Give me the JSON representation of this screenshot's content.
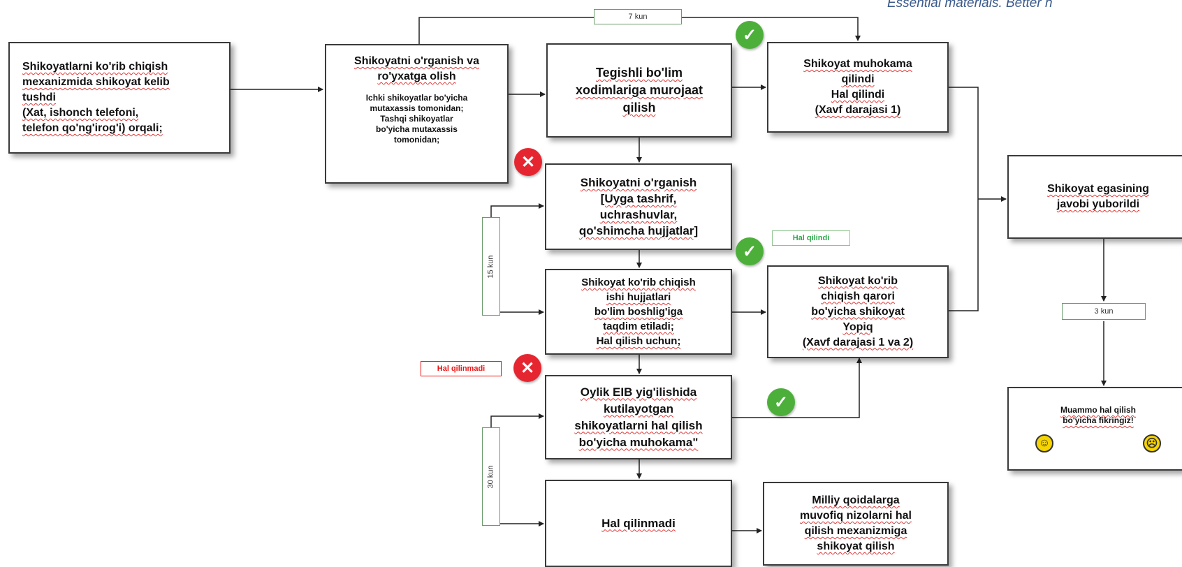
{
  "header": {
    "tagline": "Essential materials. Better h"
  },
  "nodes": {
    "received": [
      "Shikoyatlarni ko'rib chiqish",
      "mexanizmida shikoyat kelib",
      "tushdi",
      "(Xat, ishonch telefoni,",
      "telefon qo'ng'irog'i) orqali;"
    ],
    "study_register_title": [
      "Shikoyatni o'rganish va",
      "ro'yxatga olish"
    ],
    "study_register_body": [
      "Ichki shikoyatlar bo'yicha",
      "mutaxassis tomonidan;",
      "Tashqi shikoyatlar",
      "bo'yicha mutaxassis",
      "tomonidan;"
    ],
    "contact_staff": [
      "Tegishli bo'lim",
      "xodimlariga murojaat",
      "qilish"
    ],
    "discussed_resolved": [
      "Shikoyat muhokama",
      "qilindi",
      "Hal qilindi",
      "(Xavf darajasi 1)"
    ],
    "investigate": [
      "Shikoyatni o'rganish",
      "[Uyga tashrif,",
      "uchrashuvlar,",
      "qo'shimcha hujjatlar]"
    ],
    "submit_docs": [
      "Shikoyat ko'rib chiqish",
      "ishi hujjatlari",
      "bo'lim boshlig'iga",
      "taqdim etiladi;",
      "Hal qilish uchun;"
    ],
    "closed_decision": [
      "Shikoyat ko'rib",
      "chiqish qarori",
      "bo'yicha shikoyat",
      "Yopiq",
      "(Xavf darajasi 1 va 2)"
    ],
    "monthly_meeting": [
      "Oylik EIB yig'ilishida",
      "kutilayotgan",
      "shikoyatlarni hal qilish",
      "bo'yicha muhokama\""
    ],
    "not_resolved": [
      "Hal qilinmadi"
    ],
    "national_mechanism": [
      "Milliy qoidalarga",
      "muvofiq nizolarni hal",
      "qilish mexanizmiga",
      "shikoyat qilish"
    ],
    "reply_sent": [
      "Shikoyat egasining",
      "javobi yuborildi"
    ],
    "feedback": [
      "Muammo hal qilish",
      "bo'yicha fikringiz!"
    ]
  },
  "labels": {
    "days_7": "7 kun",
    "days_15": "15 kun",
    "days_30": "30 kun",
    "days_3": "3 kun",
    "resolved": "Hal qilindi",
    "not_resolved": "Hal qilinmadi"
  },
  "icons": [
    "check-icon",
    "cross-icon",
    "smiley-happy-icon",
    "smiley-sad-icon"
  ],
  "colors": {
    "check": "#4caf3a",
    "cross": "#e52630",
    "resolved_text": "#2ea84a",
    "not_resolved_text": "#e11111",
    "smiley": "#f6d400"
  }
}
